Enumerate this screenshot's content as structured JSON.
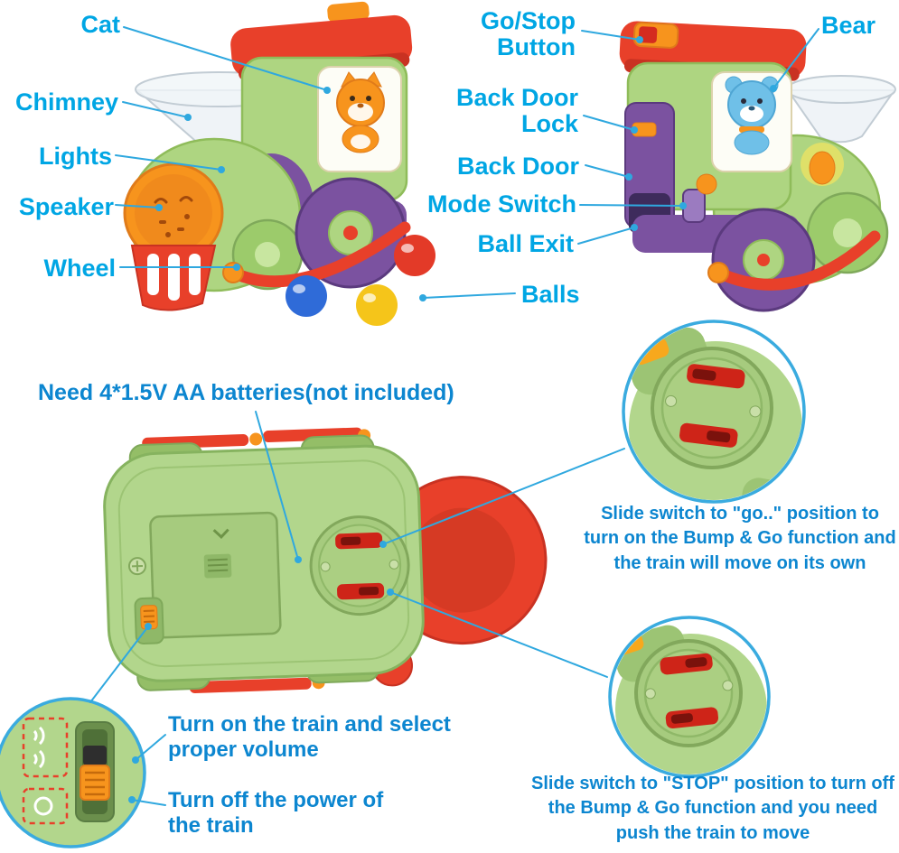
{
  "colors": {
    "label_blue": "#00A6E4",
    "text_blue": "#0C86D0",
    "train_green": "#AED581",
    "train_red": "#E8402A",
    "train_purple": "#7B52A0",
    "train_orange": "#F7941D"
  },
  "labels": {
    "cat": "Cat",
    "chimney": "Chimney",
    "lights": "Lights",
    "speaker": "Speaker",
    "wheel": "Wheel",
    "go_stop_button": "Go/Stop Button",
    "back_door_lock": "Back Door Lock",
    "back_door": "Back Door",
    "mode_switch": "Mode Switch",
    "ball_exit": "Ball Exit",
    "balls": "Balls",
    "bear": "Bear"
  },
  "battery_note": "Need 4*1.5V AA batteries(not included)",
  "instructions": {
    "go": "Slide switch to \"go..\" position to turn on the Bump & Go function and the train will move on its own",
    "stop": "Slide switch to \"STOP\" position to turn off the Bump & Go function and you need push the train to move",
    "volume_on": "Turn on the train and select proper volume",
    "volume_off": "Turn off the power of the train"
  }
}
